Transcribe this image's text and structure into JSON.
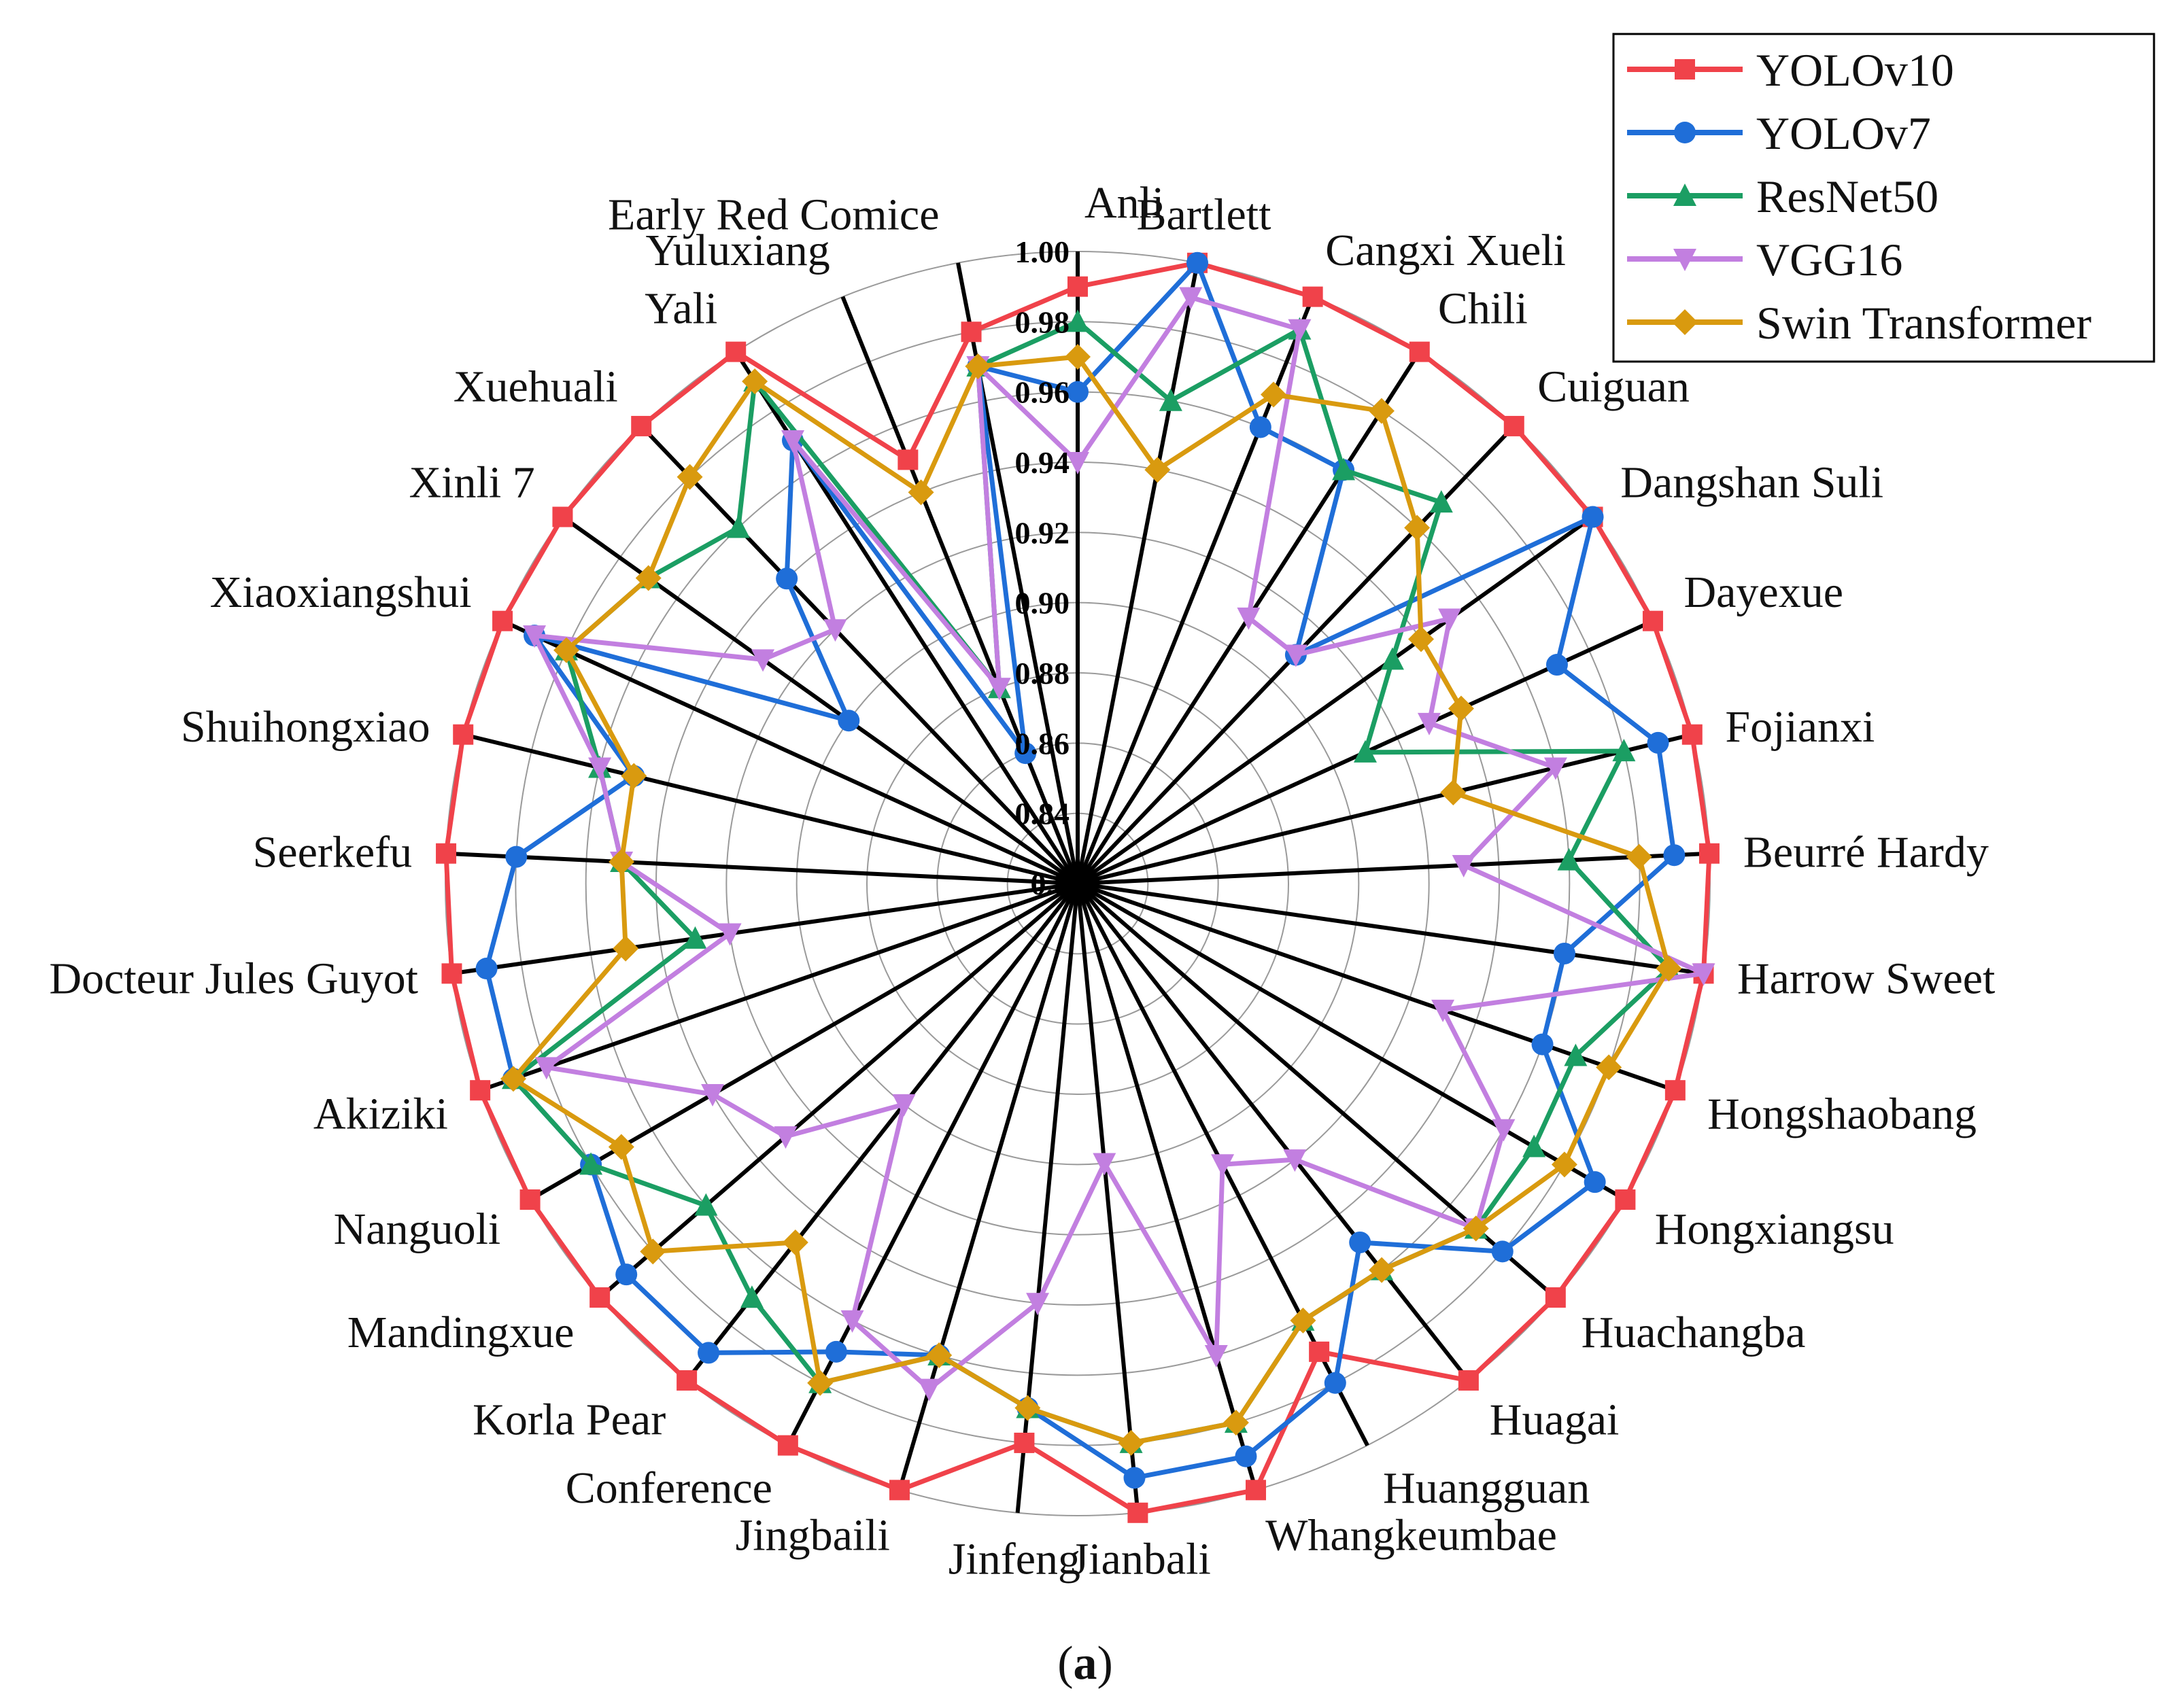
{
  "chart_data": {
    "type": "radar",
    "categories": [
      "Anli",
      "Bartlett",
      "Cangxi Xueli",
      "Chili",
      "Cuiguan",
      "Dangshan Suli",
      "Dayexue",
      "Fojianxi",
      "Beurré Hardy",
      "Harrow Sweet",
      "Hongshaobang",
      "Hongxiangsu",
      "Huachangba",
      "Huagai",
      "Huangguan",
      "Whangkeumbae",
      "Jianbali",
      "Jinfeng",
      "Jingbaili",
      "Conference",
      "Korla Pear",
      "Mandingxue",
      "Nanguoli",
      "Akiziki",
      "Docteur Jules Guyot",
      "Seerkefu",
      "Shuihongxiao",
      "Xiaoxiangshui",
      "Xinli 7",
      "Xuehuali",
      "Yali",
      "Yuluxiang",
      "Early Red Comice"
    ],
    "radial_axis": {
      "min": 0.82,
      "max": 1.0,
      "ticks": [
        0.84,
        0.86,
        0.88,
        0.9,
        0.92,
        0.94,
        0.96,
        0.98,
        1.0
      ],
      "tick_labels": [
        "0.84",
        "0.86",
        "0.88",
        "0.90",
        "0.92",
        "0.94",
        "0.96",
        "0.98",
        "1.00"
      ],
      "center_label": "0.8",
      "grid": true
    },
    "series": [
      {
        "name": "YOLOv10",
        "color": "#f0424a",
        "marker": "square",
        "values": [
          0.99,
          1.0,
          1.0,
          1.0,
          1.0,
          1.0,
          1.0,
          1.0,
          1.0,
          1.0,
          1.0,
          1.0,
          1.0,
          1.0,
          0.97,
          1.0,
          1.0,
          0.98,
          1.0,
          1.0,
          1.0,
          1.0,
          1.0,
          1.0,
          1.0,
          1.0,
          1.0,
          1.0,
          1.0,
          1.0,
          1.0,
          0.95,
          0.98
        ]
      },
      {
        "name": "YOLOv7",
        "color": "#1f6ed8",
        "marker": "circle",
        "values": [
          0.96,
          1.0,
          0.96,
          0.96,
          0.91,
          1.0,
          0.97,
          0.99,
          0.99,
          0.96,
          0.96,
          0.99,
          0.98,
          0.95,
          0.98,
          0.99,
          0.99,
          0.97,
          0.96,
          0.97,
          0.99,
          0.99,
          0.98,
          0.99,
          0.99,
          0.98,
          0.95,
          0.99,
          0.9,
          0.94,
          0.97,
          0.86,
          0.97
        ]
      },
      {
        "name": "ResNet50",
        "color": "#1b9e63",
        "marker": "triangle-up",
        "values": [
          0.98,
          0.96,
          0.99,
          0.96,
          0.97,
          0.93,
          0.91,
          0.98,
          0.96,
          0.99,
          0.97,
          0.97,
          0.97,
          0.96,
          0.96,
          0.98,
          0.98,
          0.97,
          0.96,
          0.98,
          0.97,
          0.96,
          0.98,
          0.99,
          0.93,
          0.95,
          0.96,
          0.98,
          0.97,
          0.96,
          0.99,
          0.88,
          0.97
        ]
      },
      {
        "name": "VGG16",
        "color": "#c27fe0",
        "marker": "triangle-down",
        "values": [
          0.94,
          0.99,
          0.99,
          0.91,
          0.91,
          0.95,
          0.93,
          0.96,
          0.93,
          1.0,
          0.93,
          0.96,
          0.97,
          0.92,
          0.91,
          0.96,
          0.9,
          0.94,
          0.97,
          0.96,
          0.9,
          0.93,
          0.94,
          0.98,
          0.92,
          0.95,
          0.96,
          0.99,
          0.93,
          0.92,
          0.97,
          0.88,
          0.97
        ]
      },
      {
        "name": "Swin Transformer",
        "color": "#d99a0f",
        "marker": "diamond",
        "values": [
          0.97,
          0.94,
          0.97,
          0.98,
          0.96,
          0.94,
          0.94,
          0.93,
          0.98,
          0.99,
          0.98,
          0.98,
          0.97,
          0.96,
          0.96,
          0.98,
          0.98,
          0.97,
          0.96,
          0.98,
          0.95,
          0.98,
          0.97,
          0.99,
          0.95,
          0.95,
          0.95,
          0.98,
          0.97,
          0.98,
          0.99,
          0.94,
          0.97
        ]
      }
    ],
    "legend_position": "top-right",
    "caption": {
      "open": "(",
      "label": "a",
      "close": ")"
    }
  }
}
